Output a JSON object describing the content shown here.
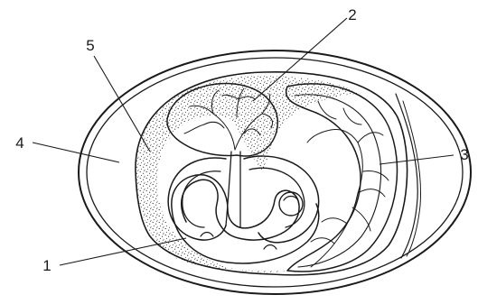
{
  "labels": {
    "one": "1",
    "two": "2",
    "three": "3",
    "four": "4",
    "five": "5"
  },
  "colors": {
    "ink": "#1a1a1a",
    "paper": "#ffffff",
    "stipple": "#3a3a3a"
  }
}
